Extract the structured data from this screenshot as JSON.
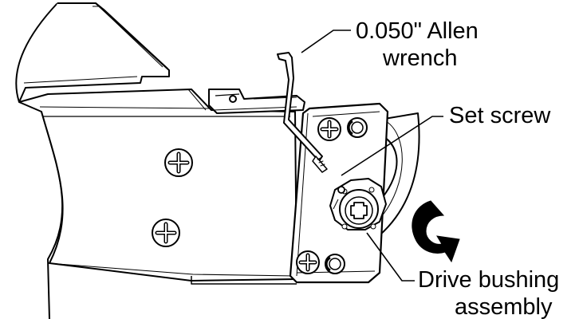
{
  "figure": {
    "callouts": {
      "allen_wrench": {
        "line1": "0.050\"  Allen",
        "line2": "wrench"
      },
      "set_screw": {
        "label": "Set screw"
      },
      "drive_bushing": {
        "line1": "Drive bushing",
        "line2": "assembly"
      }
    },
    "icons": {
      "rotation_arrow": "clockwise-rotation-arrow-icon",
      "screw": "phillips-screw-icon"
    },
    "colors": {
      "ink": "#000000",
      "paper": "#ffffff"
    }
  }
}
